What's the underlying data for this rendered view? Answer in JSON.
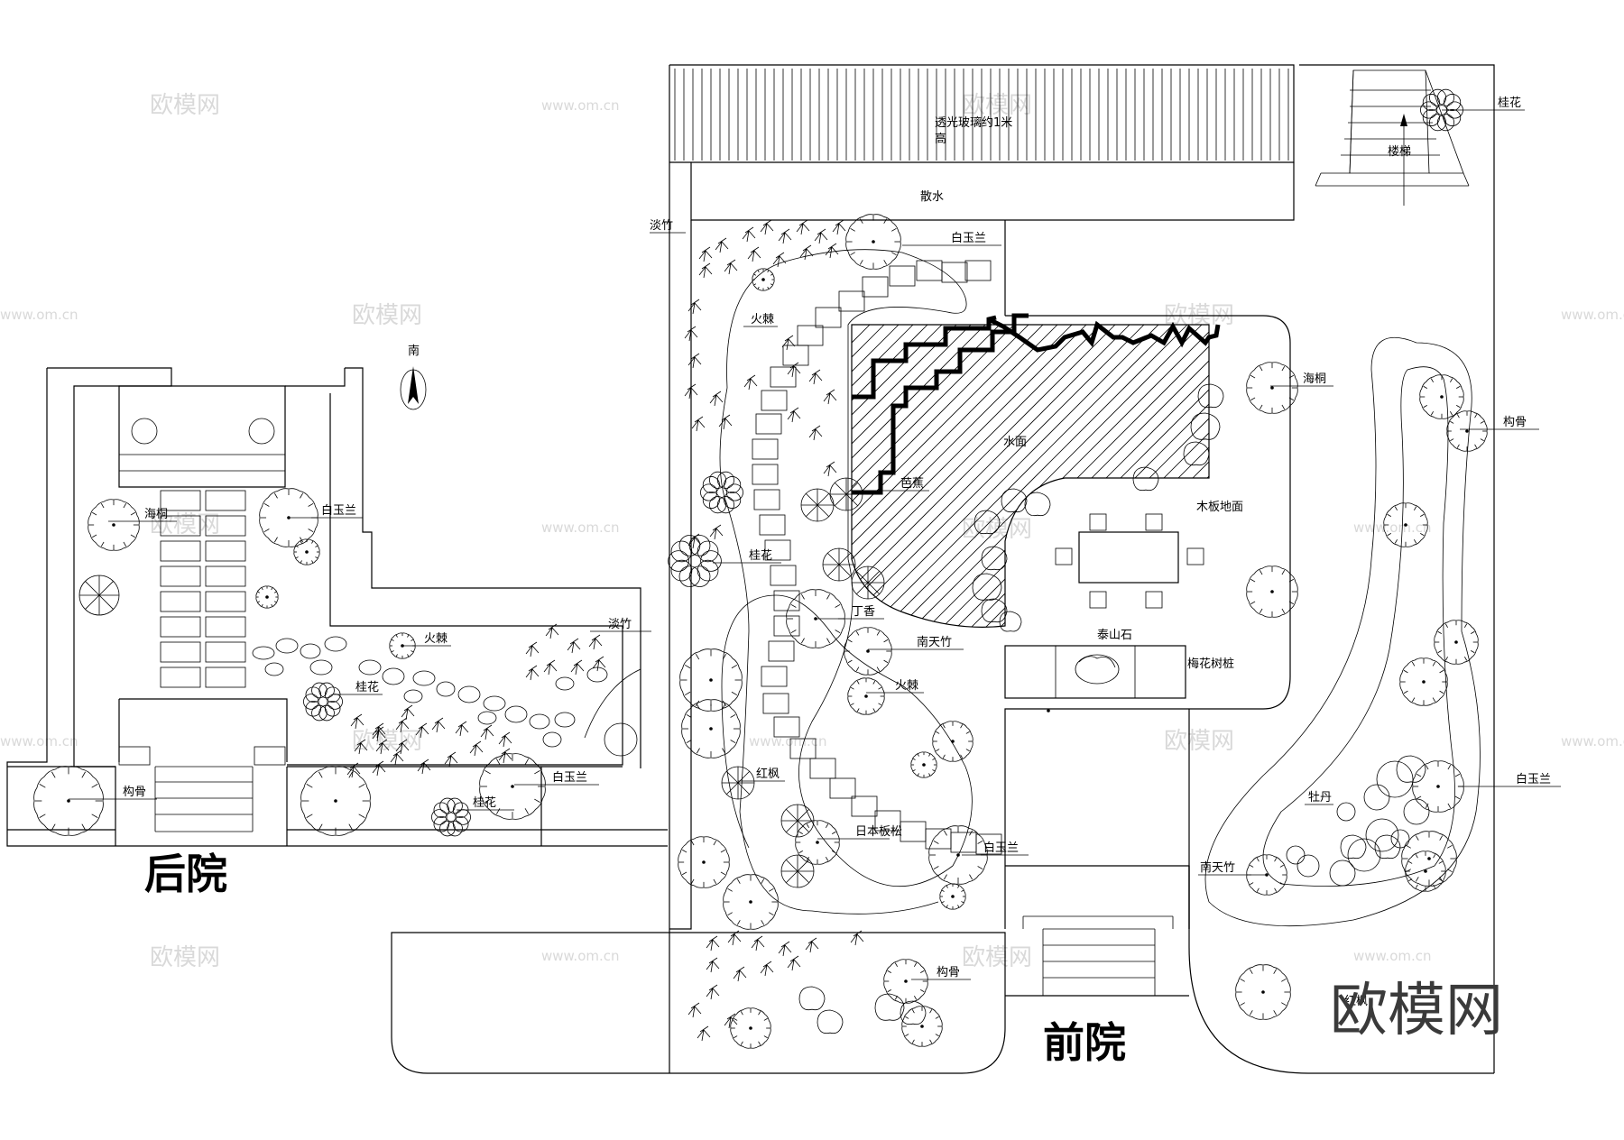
{
  "watermark": {
    "brand": "欧模网",
    "url": "www.om.cn"
  },
  "titles": {
    "back_yard": "后院",
    "front_yard": "前院"
  },
  "compass": "南",
  "labels": {
    "glass": "透光玻璃约1米",
    "glass_cont": "高",
    "stair": "楼梯",
    "drain": "散水",
    "water": "水面",
    "deck": "木板地面",
    "taishan": "泰山石",
    "meihua": "梅花树桩",
    "osmanthus": "桂花",
    "light_bamboo": "淡竹",
    "white_magnolia": "白玉兰",
    "firethorn": "火棘",
    "banana": "芭蕉",
    "lilac": "丁香",
    "nandina": "南天竹",
    "red_maple": "红枫",
    "japanese_pine": "日本板松",
    "paulownia": "海桐",
    "holly": "构骨",
    "peony": "牡丹"
  }
}
